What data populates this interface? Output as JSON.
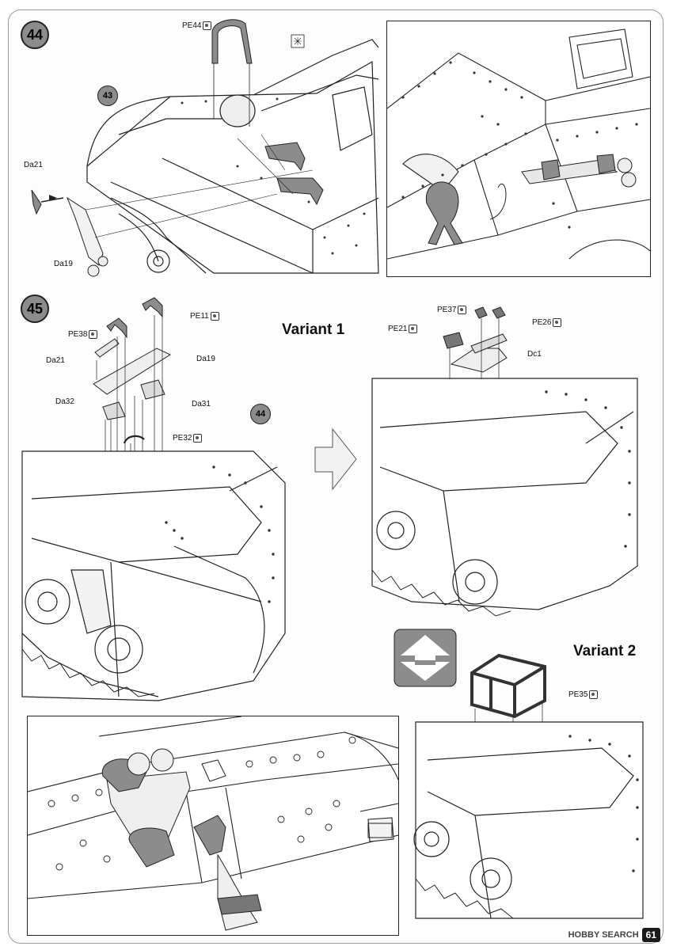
{
  "steps": {
    "s44": "44",
    "s45": "45"
  },
  "callouts": {
    "c43": "43",
    "c44": "44"
  },
  "parts": {
    "pe44": "PE44",
    "da21_a": "Da21",
    "da19_a": "Da19",
    "pe38": "PE38",
    "pe11": "PE11",
    "da21_b": "Da21",
    "da19_b": "Da19",
    "da32": "Da32",
    "da31": "Da31",
    "pe32": "PE32",
    "pe37": "PE37",
    "pe21": "PE21",
    "pe26": "PE26",
    "dc1": "Dc1",
    "pe35": "PE35"
  },
  "variants": {
    "v1": "Variant 1",
    "v2": "Variant 2"
  },
  "watermark": {
    "brand": "HOBBY SEARCH",
    "page": "61"
  },
  "icons": [
    "pe-icon",
    "glue-icon",
    "arrow-right-icon",
    "alternative-icon"
  ]
}
